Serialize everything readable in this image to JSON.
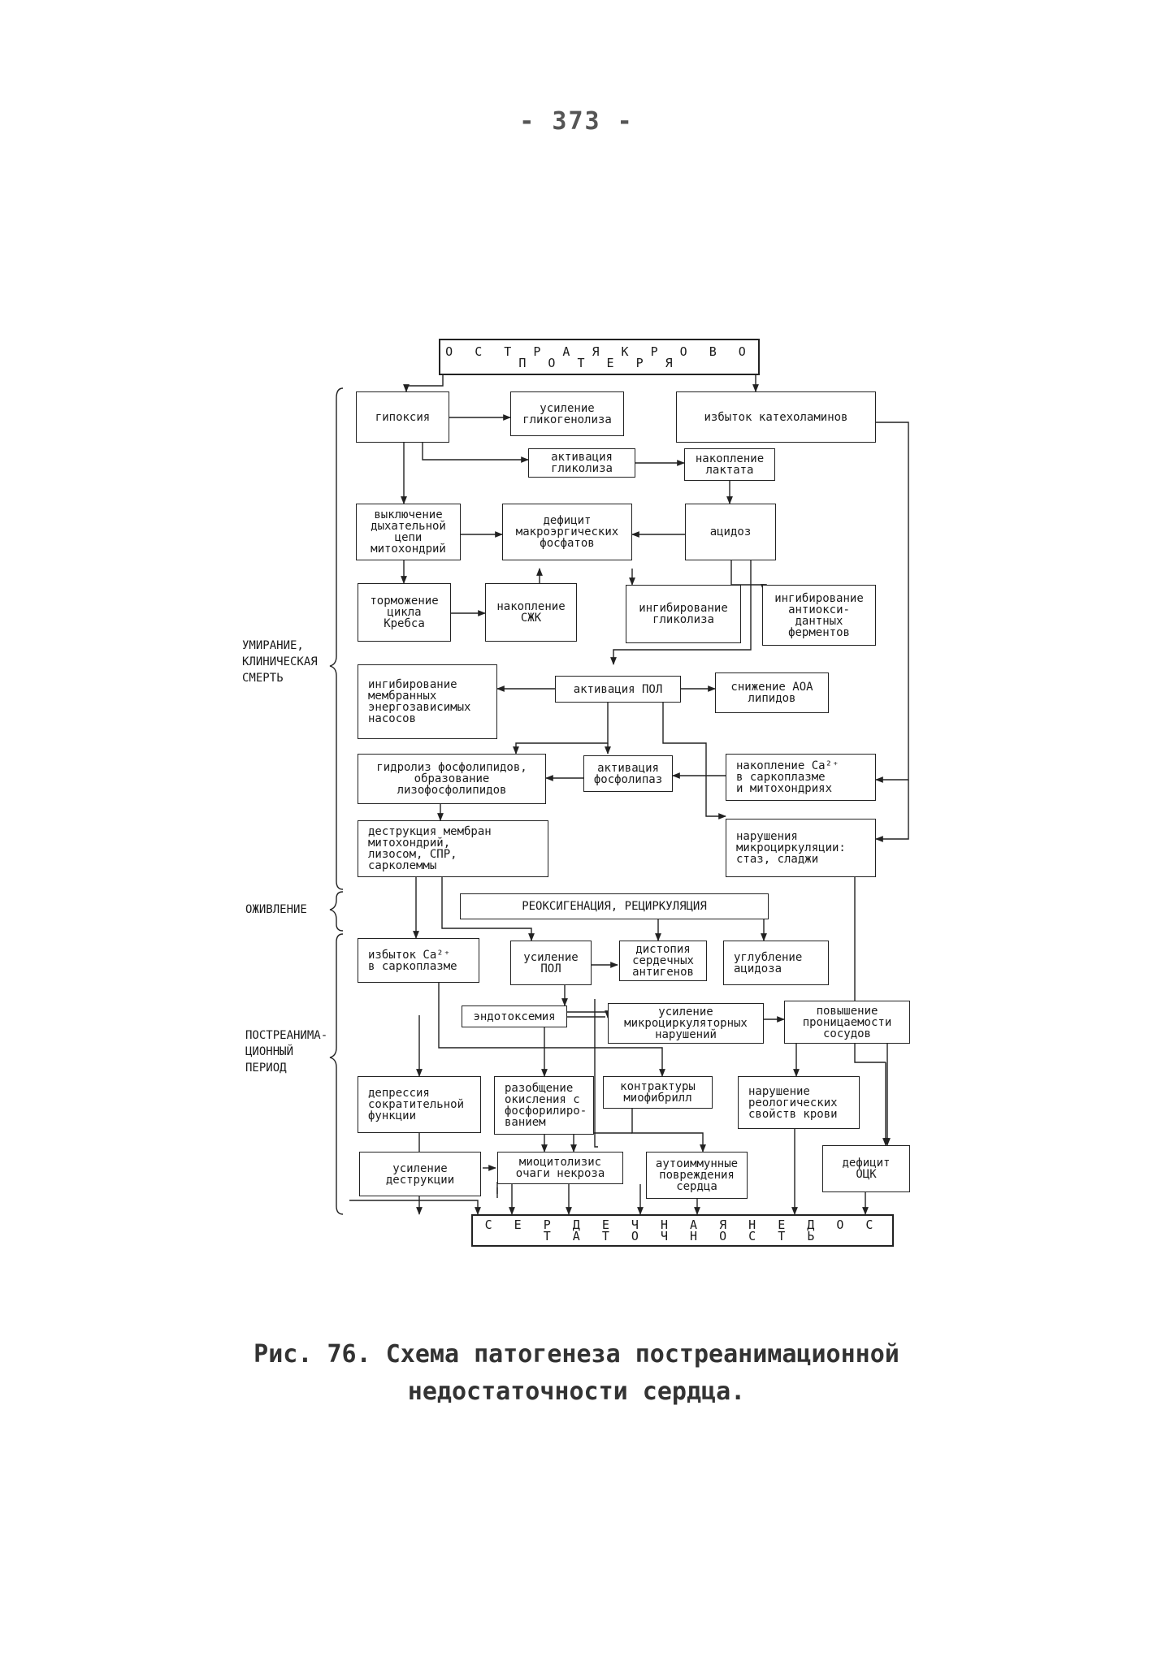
{
  "page_number": "- 373 -",
  "diagram": {
    "top": "О С Т Р А Я   К Р О В О П О Т Е Р Я",
    "bottom": "С Е Р Д Е Ч Н А Я   Н Е Д О С Т А Т О Ч Н О С Т Ь",
    "phases": {
      "dying": "УМИРАНИЕ,\nКЛИНИЧЕСКАЯ\nСМЕРТЬ",
      "revival": "ОЖИВЛЕНИЕ",
      "postresus": "ПОСТРЕАНИМА-\nЦИОННЫЙ\nПЕРИОД"
    },
    "boxes": {
      "hypoxia": "гипоксия",
      "glycogenolysis": "усиление\nгликогенолиза",
      "catecholamines": "избыток катехоламинов",
      "glycolysis_act": "активация\nгликолиза",
      "lactate": "накопление\nлактата",
      "resp_chain": "выключение\nдыхательной\nцепи\nмитохондрий",
      "macroerg": "дефицит\nмакроэргических\nфосфатов",
      "acidosis": "ацидоз",
      "krebs": "торможение\nцикла\nКребса",
      "ffa": "накопление\nСЖК",
      "glycolysis_inh": "ингибирование\nгликолиза",
      "antiox_inh": "ингибирование\nантиокси-\nдантных\nферментов",
      "pumps_inh": "ингибирование\nмембранных\nэнергозависимых\nнасосов",
      "pol_act": "активация ПОЛ",
      "aoa_decrease": "снижение АОА\nлипидов",
      "phospholipid_hydrolysis": "гидролиз фосфолипидов,\nобразование\nлизофосфолипидов",
      "phospholipase_act": "активация\nфосфолипаз",
      "ca_accum": "накопление Ca²⁺\nв саркоплазме\nи митохондриях",
      "membrane_destruction": "деструкция мембран\nмитохондрий,\nлизосом, СПР,\nсарколеммы",
      "microcirc": "нарушения\nмикроциркуляции:\nстаз, сладжи",
      "reoxygenation": "РЕОКСИГЕНАЦИЯ,        РЕЦИРКУЛЯЦИЯ",
      "ca_excess": "избыток Ca²⁺\nв саркоплазме",
      "pol_increase": "усиление\nПОЛ",
      "dystopia": "дистопия\nсердечных\nантигенов",
      "acidosis_deep": "углубление\nацидоза",
      "endotoxemia": "эндотоксемия",
      "microcirc_increase": "усиление\nмикроциркуляторных\nнарушений",
      "permeability": "повышение\nпроницаемости\nсосудов",
      "contractile_depr": "депрессия\nсократительной\nфункции",
      "uncoupling": "разобщение\nокисления с\nфосфорилиро-\nванием",
      "contractures": "контрактуры\nмиофибрилл",
      "rheology": "нарушение\nреологических\nсвойств крови",
      "destruction_inc": "усиление\nдеструкции",
      "myocytolysis": "миоцитолизис\nочаги некроза",
      "autoimmune": "аутоиммунные\nповреждения\nсердца",
      "bcv_deficit": "дефицит\nОЦК"
    }
  },
  "caption": "Рис. 76. Схема патогенеза постреанимационной\nнедостаточности сердца."
}
